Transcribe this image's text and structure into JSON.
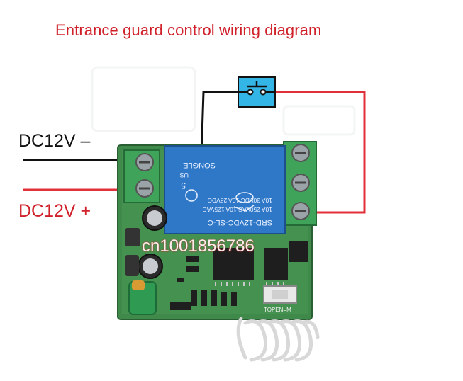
{
  "title": "Entrance guard control wiring diagram",
  "labels": {
    "negative": "DC12V –",
    "positive": "DC12V +"
  },
  "relay": {
    "model": "SRD-12VDC-SL-C",
    "rating_1": "10A 250VAC  10A 125VAC",
    "rating_2": "10A 30VDC  10A 28VDC",
    "brand": "SONGLE",
    "mark_5": "5",
    "mark_us": "US"
  },
  "board": {
    "button_label": "TOPEN=M"
  },
  "watermark": "cn1001856786",
  "colors": {
    "title": "#d0202a",
    "positive_wire": "#e0303a",
    "negative_wire": "#111111",
    "relay_blue": "#2f78c8",
    "board_green": "#3f8a4a",
    "switch_blue": "#33b5e5"
  }
}
